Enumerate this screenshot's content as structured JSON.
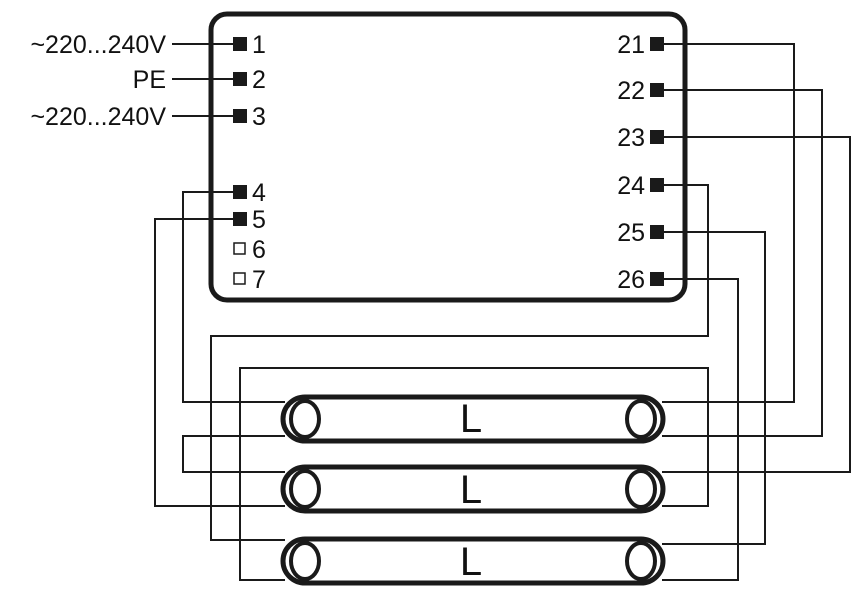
{
  "ballast": {
    "inputs": [
      {
        "pin": "1",
        "label": "~220...240V"
      },
      {
        "pin": "2",
        "label": "PE"
      },
      {
        "pin": "3",
        "label": "~220...240V"
      }
    ],
    "left_pins": [
      {
        "pin": "4",
        "type": "filled"
      },
      {
        "pin": "5",
        "type": "filled"
      },
      {
        "pin": "6",
        "type": "hollow"
      },
      {
        "pin": "7",
        "type": "hollow"
      }
    ],
    "right_pins": [
      "21",
      "22",
      "23",
      "24",
      "25",
      "26"
    ]
  },
  "lamps": [
    {
      "label": "L"
    },
    {
      "label": "L"
    },
    {
      "label": "L"
    }
  ],
  "colors": {
    "line": "#1a1a1a",
    "background": "#ffffff"
  }
}
